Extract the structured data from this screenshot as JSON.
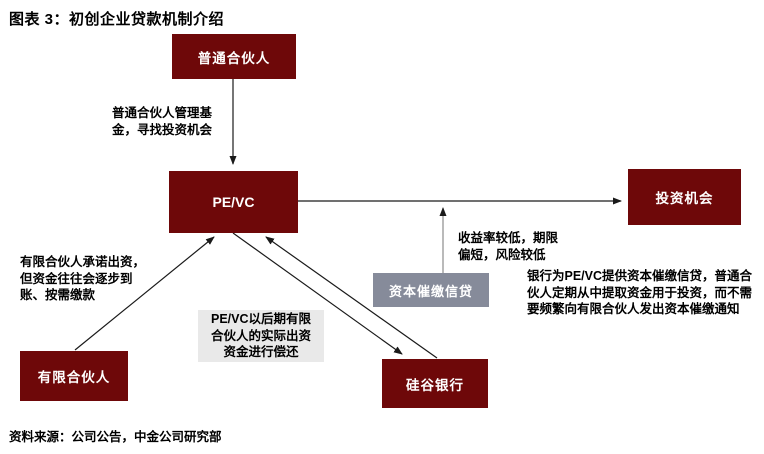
{
  "title": "图表 3：初创企业贷款机制介绍",
  "footer": "资料来源：公司公告，中金公司研究部",
  "diagram": {
    "nodes": {
      "general_partner": {
        "label": "普通合伙人"
      },
      "pevc": {
        "label": "PE/VC"
      },
      "investment_opportunity": {
        "label": "投资机会"
      },
      "capital_call_credit": {
        "label": "资本催缴信贷"
      },
      "limited_partner": {
        "label": "有限合伙人"
      },
      "svb": {
        "label": "硅谷银行"
      }
    },
    "notes": {
      "gp_note": "普通合伙人管理基\n金，寻找投资机会",
      "lp_note": "有限合伙人承诺出资，\n但资金往往会逐步到\n账、按需缴款",
      "yield_note": "收益率较低，期限\n偏短，风险较低",
      "repay_note": "PE/VC以后期有限\n合伙人的实际出资\n资金进行偿还",
      "bank_note": "银行为PE/VC提供资本催缴信贷，普通合\n伙人定期从中提取资金用于投资，而不需\n要频繁向有限合伙人发出资本催缴通知"
    },
    "colors": {
      "node_maroon": "#6e0809",
      "capital_gray": "#868b9a",
      "note_bg": "#e9e9e9",
      "arrow_black": "#1a1a1a",
      "line_gray": "#8c8c8c"
    }
  }
}
